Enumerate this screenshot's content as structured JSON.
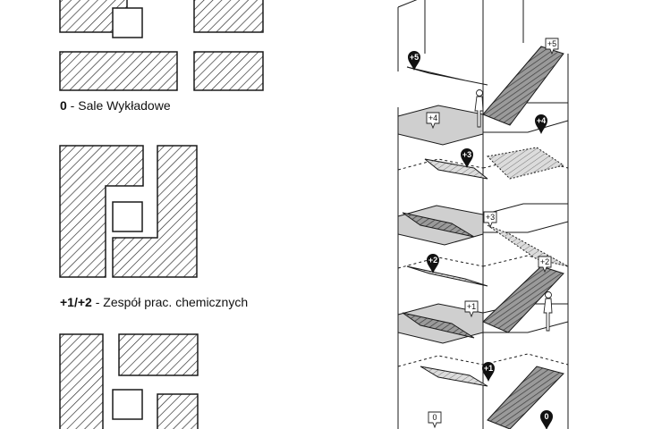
{
  "plans": [
    {
      "code": "0",
      "description": "Sale Wykładowe"
    },
    {
      "code": "+1/+2",
      "description": "Zespół prac. chemicznych"
    }
  ],
  "plan_separator": " - ",
  "section_markers": {
    "open": [
      "+5",
      "+4",
      "+3",
      "+2",
      "+1",
      "0"
    ],
    "filled": [
      "+5",
      "+4",
      "+3",
      "+2",
      "+1",
      "0"
    ]
  },
  "colors": {
    "ink": "#1a1a1a",
    "hatch": "#222222",
    "landing_fill": "#cfcfcf",
    "marker_fill": "#111111"
  }
}
